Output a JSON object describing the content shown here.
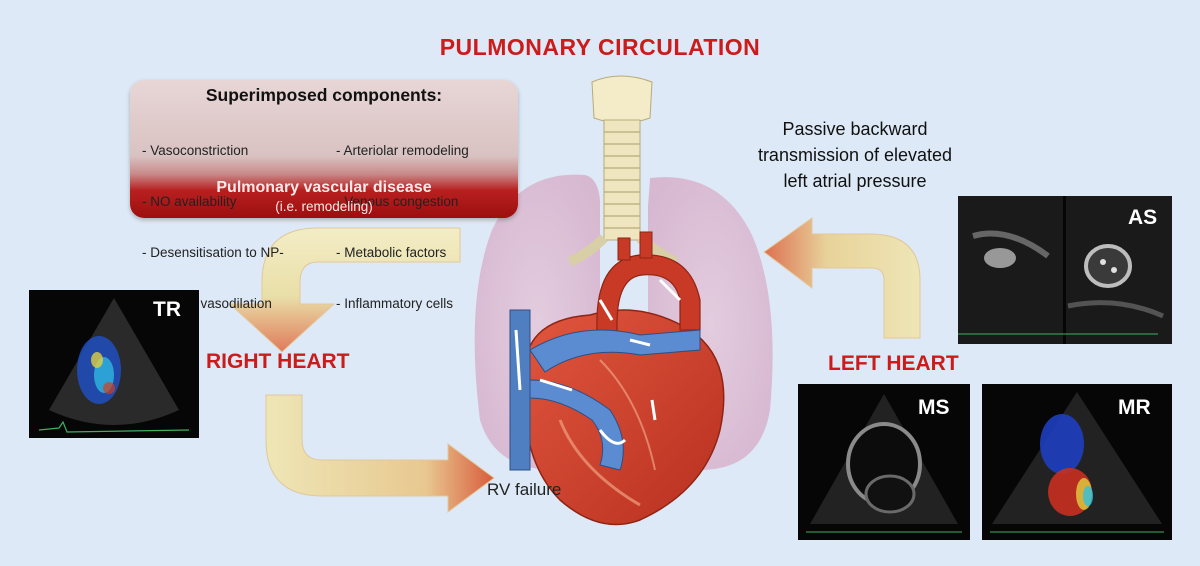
{
  "title": "PULMONARY CIRCULATION",
  "superimposed": {
    "heading": "Superimposed components:",
    "col1": [
      "- Vasoconstriction",
      "- NO availability",
      "- Desensitisation to NP-",
      "  induced vasodilation"
    ],
    "col2": [
      "- Arteriolar remodeling",
      "- Venous congestion",
      "- Metabolic factors",
      "- Inflammatory cells"
    ],
    "disease": "Pulmonary vascular disease",
    "disease_sub": "(i.e. remodeling)"
  },
  "passive_text": [
    "Passive backward",
    "transmission of elevated",
    "left atrial pressure"
  ],
  "right_heart": "RIGHT HEART",
  "left_heart": "LEFT HEART",
  "rv_failure": "RV failure",
  "echo": {
    "tr": "TR",
    "as": "AS",
    "ms": "MS",
    "mr": "MR"
  },
  "colors": {
    "accent_red": "#cc1b1b",
    "background": "#dde9f6",
    "arrow_fill": "#eee6b6"
  }
}
